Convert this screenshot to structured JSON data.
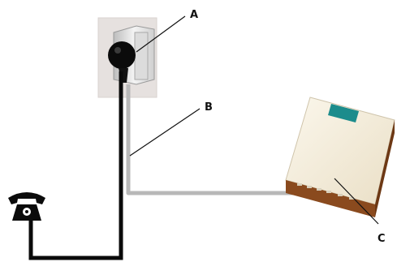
{
  "labels": {
    "a": "A",
    "b": "B",
    "c": "C"
  },
  "parts": {
    "a": "wall-socket-adapter",
    "b": "grey-cable",
    "c": "modem-unit"
  },
  "icons": {
    "phone": "telephone-icon",
    "socket": "wall-socket-icon",
    "modem": "modem-icon"
  },
  "colors": {
    "black_cable": "#0a0a0a",
    "grey_cable": "#b8b8b8",
    "modem_body": "#f3ecd9",
    "modem_base": "#8a4a1e",
    "modem_badge": "#1c8c8c",
    "socket_bg": "#e6e1df"
  }
}
